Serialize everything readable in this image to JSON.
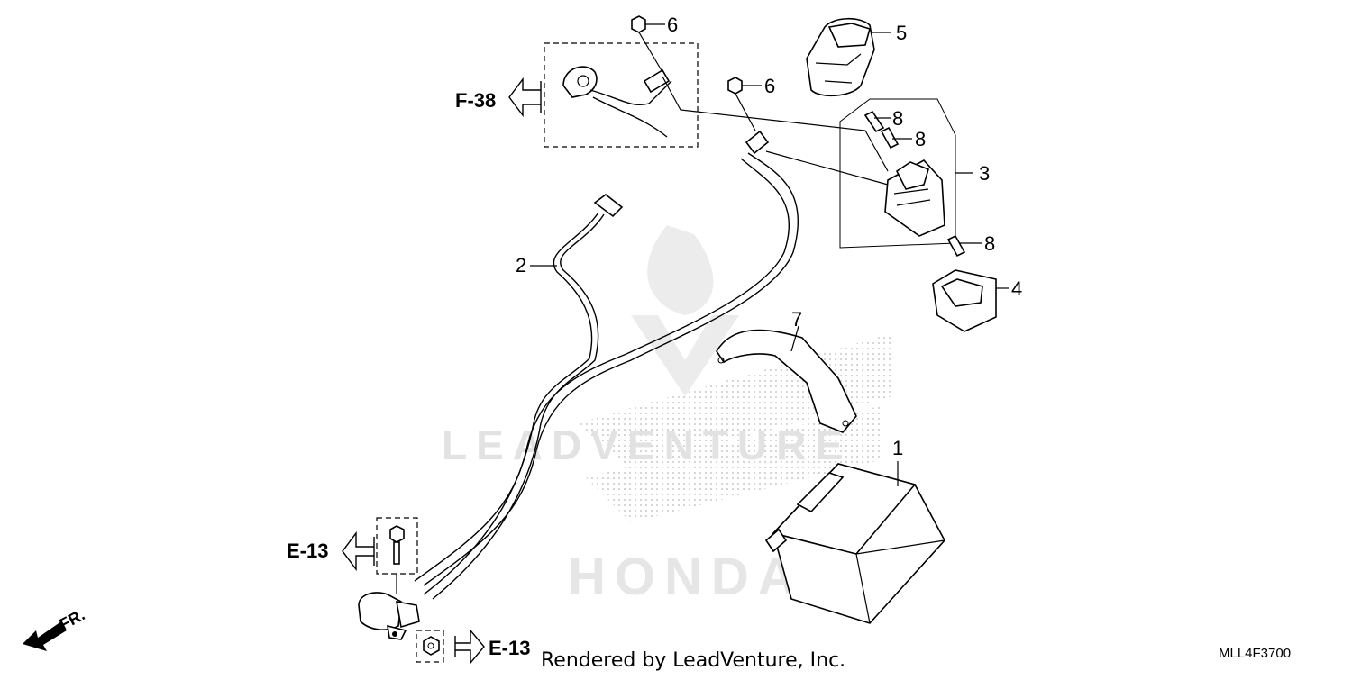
{
  "diagram": {
    "callouts": [
      "1",
      "2",
      "3",
      "4",
      "5",
      "6",
      "6",
      "7",
      "8",
      "8",
      "8"
    ],
    "references": {
      "f38": "F-38",
      "e13_left": "E-13",
      "e13_right": "E-13"
    },
    "front_indicator": "FR.",
    "watermark": "LEADVENTURE",
    "watermark_brand": "HONDA",
    "credit": "Rendered by LeadVenture, Inc.",
    "diagram_code": "MLL4F3700"
  }
}
